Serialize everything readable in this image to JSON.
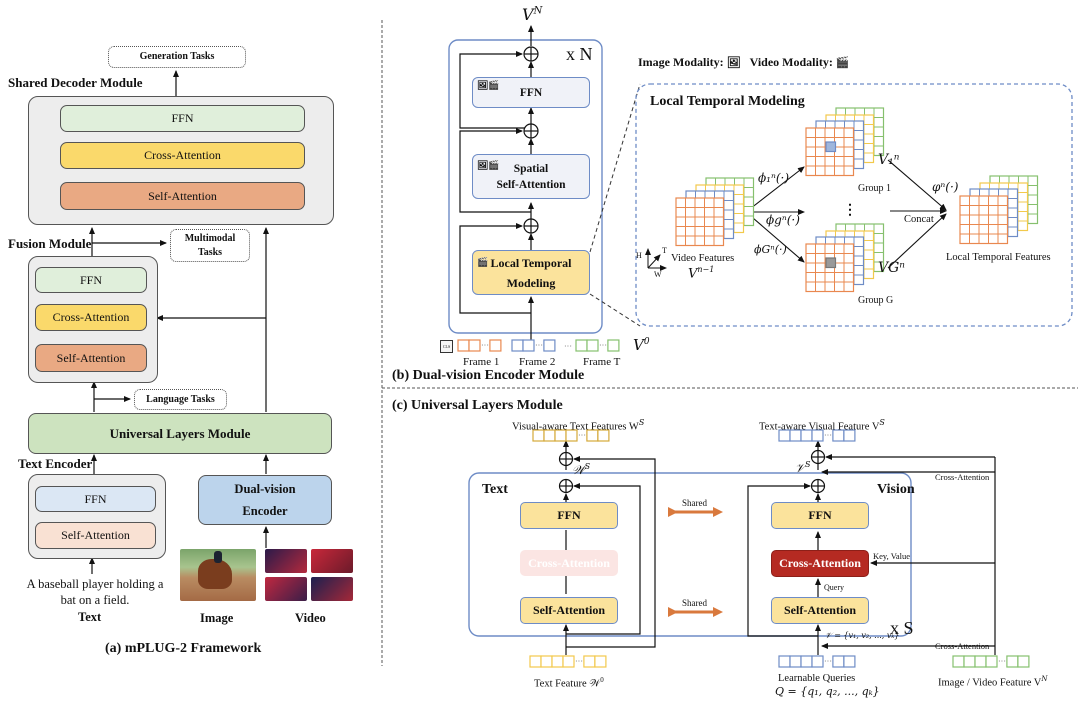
{
  "panel_a": {
    "caption": "(a) mPLUG-2 Framework",
    "generation_tasks": "Generation Tasks",
    "shared_decoder": {
      "title": "Shared Decoder Module",
      "layers": [
        "FFN",
        "Cross-Attention",
        "Self-Attention"
      ]
    },
    "fusion_module": {
      "title": "Fusion Module",
      "layers": [
        "FFN",
        "Cross-Attention",
        "Self-Attention"
      ]
    },
    "multimodal_tasks": [
      "Multimodal",
      "Tasks"
    ],
    "language_tasks": "Language Tasks",
    "universal_layers": "Universal Layers Module",
    "text_encoder": {
      "title": "Text Encoder",
      "layers": [
        "FFN",
        "Self-Attention"
      ]
    },
    "dual_vision_encoder": [
      "Dual-vision",
      "Encoder"
    ],
    "text_input": [
      "A baseball player holding a",
      "bat on a field."
    ],
    "input_labels": {
      "text": "Text",
      "image": "Image",
      "video": "Video"
    }
  },
  "panel_b": {
    "caption": "(b) Dual-vision Encoder Module",
    "output_label": "V",
    "output_sup": "N",
    "repeat": "x N",
    "blocks": {
      "ffn": "FFN",
      "spatial": [
        "Spatial",
        "Self-Attention"
      ],
      "ltm": [
        "Local Temporal",
        "Modeling"
      ]
    },
    "legend": {
      "image": "Image Modality:",
      "video": "Video Modality:"
    },
    "frames": [
      "Frame 1",
      "Frame 2",
      "Frame T"
    ],
    "cls": "CLS",
    "input_label": "V",
    "input_sup": "0",
    "ltm_panel": {
      "title": "Local Temporal Modeling",
      "video_features": "Video Features",
      "video_features_math": "V",
      "video_features_sup": "n−1",
      "axes": {
        "h": "H",
        "t": "T",
        "w": "W"
      },
      "phi_1": "ϕ₁ⁿ(·)",
      "phi_g": "ϕgⁿ(·)",
      "phi_G": "ϕGⁿ(·)",
      "group_1": "Group 1",
      "group_G": "Group G",
      "v1": "V₁ⁿ",
      "vG": "VGⁿ",
      "concat": "Concat",
      "varphi": "φⁿ(·)",
      "dots": "⋮",
      "output": "Local Temporal Features"
    }
  },
  "panel_c": {
    "caption": "(c) Universal Layers Module",
    "text_side": {
      "title": "Text",
      "out_label": "Visual-aware Text Features W",
      "out_sup": "S",
      "mid_label": "𝒲",
      "mid_sup": "S",
      "ffn": "FFN",
      "cross": "Cross-Attention",
      "self": "Self-Attention",
      "input_label": "Text Feature 𝒲",
      "input_sup": "0"
    },
    "vision_side": {
      "title": "Vision",
      "out_label": "Text-aware Visual Feature V",
      "out_sup": "S",
      "mid_label": "𝒱",
      "mid_sup": "S",
      "ffn": "FFN",
      "cross": "Cross-Attention",
      "self": "Self-Attention",
      "key_value": "Key, Value",
      "query": "Query",
      "v_set": "𝒱 = {v₁, v₂, ..., vₖ}",
      "repeat": "x S",
      "queries_label": "Learnable Queries",
      "queries_math": "Q = {q₁, q₂, ..., qₖ}",
      "feature_label": "Image / Video Feature  V",
      "feature_sup": "N",
      "cross_attention_1": "Cross-Attention",
      "cross_attention_2": "Cross-Attention"
    },
    "shared_1": "Shared",
    "shared_2": "Shared"
  },
  "colors": {
    "orange_token": "#e9884f",
    "blue_token": "#6e8cc6",
    "green_token": "#86c06e",
    "yellow_token": "#f2c94c",
    "gold_token": "#d4a93a",
    "red_block": "#b52a22",
    "shared_arrow": "#d9793d"
  }
}
